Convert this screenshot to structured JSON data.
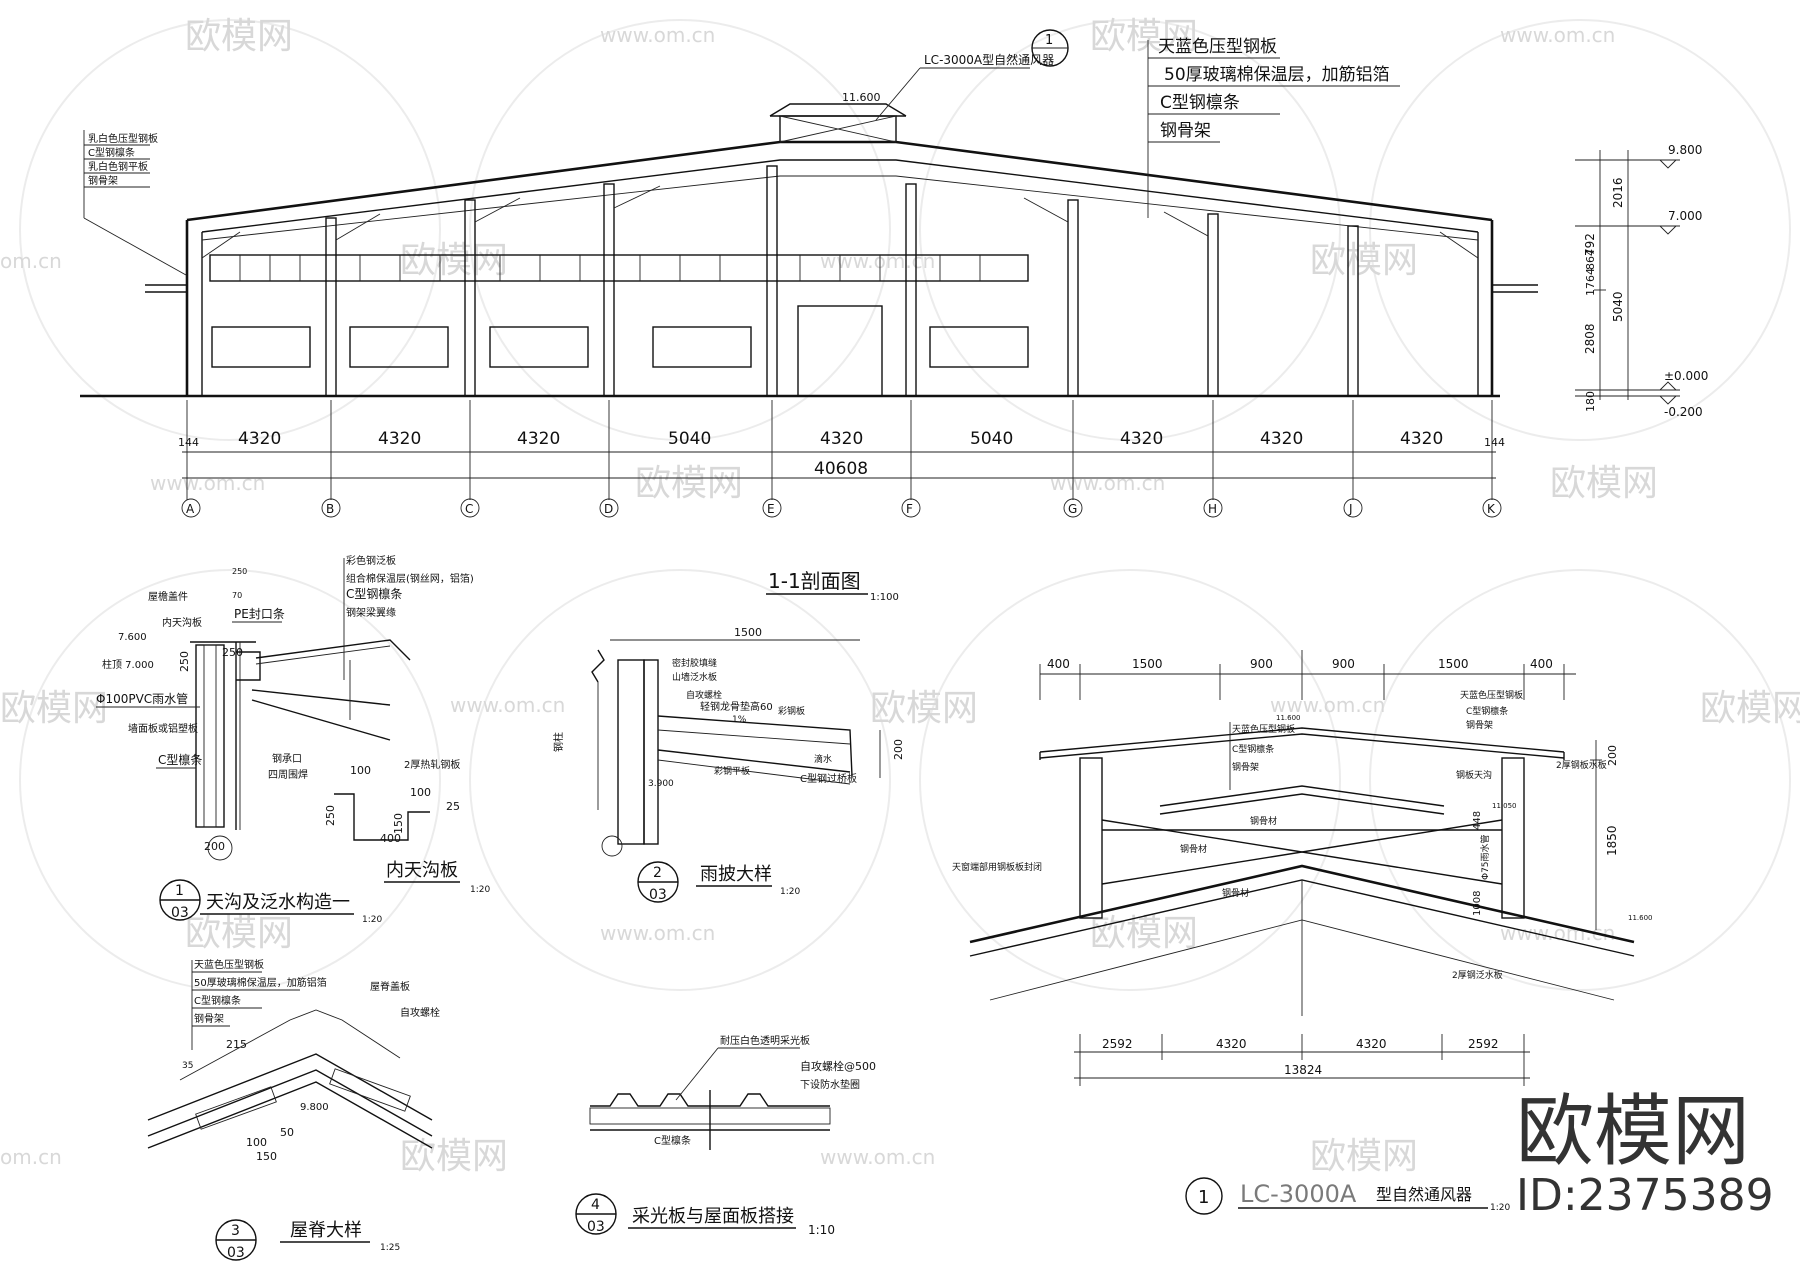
{
  "watermark": {
    "brand": "欧模网",
    "url": "www.om.cn",
    "url_short": "om.cn"
  },
  "branding": {
    "logo_text": "欧模网",
    "id_text": "ID:2375389"
  },
  "elevation": {
    "spacings": [
      "4320",
      "4320",
      "4320",
      "5040",
      "4320",
      "5040",
      "4320",
      "4320",
      "4320"
    ],
    "edge": "144",
    "total": "40608",
    "axes": [
      "A",
      "B",
      "C",
      "D",
      "E",
      "F",
      "G",
      "H",
      "J",
      "K"
    ],
    "ridge_level": "11.600",
    "left_legend": [
      "乳白色压型钢板",
      "C型钢檩条",
      "乳白色钢平板",
      "钢骨架"
    ],
    "roof_legend": [
      "天蓝色压型钢板",
      "50厚玻璃棉保温层，加筋铝箔",
      "C型钢檩条",
      "钢骨架"
    ],
    "vent_tag": "LC-3000A型自然通风器",
    "vent_tag_num": "1",
    "levels": [
      "9.800",
      "7.000",
      "±0.000",
      "-0.200"
    ],
    "vertical_dims": [
      "2016",
      "792",
      "5040",
      "2808",
      "180",
      "1764",
      "864"
    ]
  },
  "section_title": {
    "title": "1-1剖面图",
    "scale": "1:100"
  },
  "detail1": {
    "num": "1",
    "sheet": "03",
    "title": "天沟及泛水构造一",
    "scale": "1:20",
    "labels": [
      "彩色钢泛板",
      "组合棉保温层(钢丝网，铝箔)",
      "C型钢檩条",
      "钢架梁翼缘",
      "屋檐盖件",
      "内天沟板",
      "PE封口条",
      "7.600",
      "柱顶 7.000",
      "Φ100PVC雨水管",
      "墙面板或铝塑板",
      "C型檩条",
      "钢承口",
      "四周围焊",
      "250",
      "70",
      "250",
      "250",
      "200"
    ],
    "gutter_title": "内天沟板",
    "gutter_scale": "1:20",
    "gutter_labels": [
      "2厚热轧钢板",
      "100",
      "100",
      "250",
      "150",
      "25",
      "400"
    ]
  },
  "detail2": {
    "num": "2",
    "sheet": "03",
    "title": "雨披大样",
    "scale": "1:20",
    "labels": [
      "1500",
      "密封胶填缝",
      "山墙泛水板",
      "自攻螺栓",
      "轻钢龙骨垫高60",
      "1%",
      "彩钢板",
      "钢柱",
      "彩钢平板",
      "C型钢过桥板",
      "滴水",
      "200",
      "3.900"
    ]
  },
  "detail3": {
    "num": "3",
    "sheet": "03",
    "title": "屋脊大样",
    "scale": "1:25",
    "labels": [
      "天蓝色压型钢板",
      "50厚玻璃棉保温层，加筋铝箔",
      "C型钢檩条",
      "钢骨架",
      "屋脊盖板",
      "自攻螺栓",
      "215",
      "9.800",
      "100",
      "50",
      "150",
      "35"
    ]
  },
  "detail4": {
    "num": "4",
    "sheet": "03",
    "title": "采光板与屋面板搭接",
    "scale": "1:10",
    "labels": [
      "耐压白色透明采光板",
      "自攻螺栓@500",
      "下设防水垫圈",
      "C型檩条"
    ]
  },
  "vent_detail": {
    "num": "1",
    "title_code": "LC-3000A",
    "title_name": "型自然通风器",
    "scale": "1:20",
    "top_dims": [
      "400",
      "1500",
      "900",
      "900",
      "1500",
      "400"
    ],
    "bottom_dims": [
      "2592",
      "4320",
      "4320",
      "2592"
    ],
    "bottom_total": "13824",
    "side_dims": [
      "200",
      "1850"
    ],
    "labels": [
      "天蓝色压型钢板",
      "C型钢檩条",
      "钢骨架",
      "天蓝色压型钢板",
      "C型钢檩条",
      "钢骨架",
      "2厚钢板水板",
      "钢板天沟",
      "11.050",
      "Φ75雨水管",
      "钢骨材",
      "钢骨材",
      "钢骨材",
      "天窗端部用钢板板封闭",
      "2厚钢泛水板",
      "11.600",
      "11.600",
      "448",
      "1008"
    ]
  }
}
